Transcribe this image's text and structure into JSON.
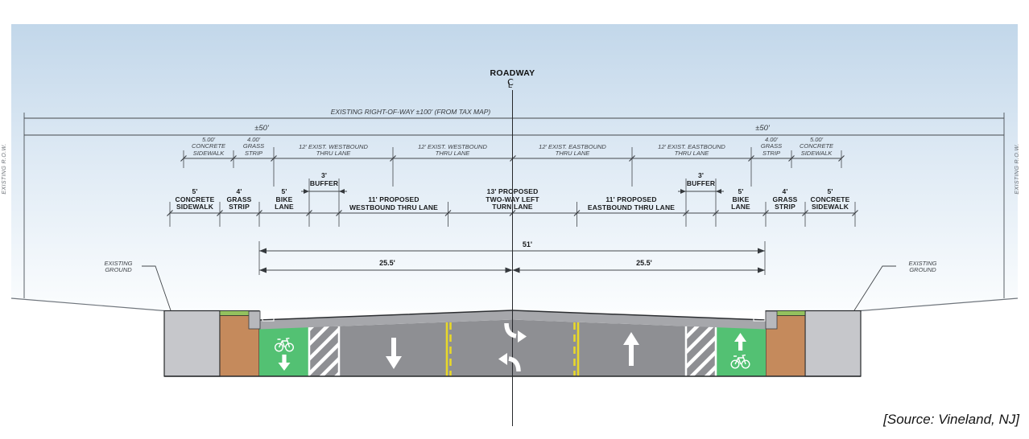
{
  "header": {
    "roadway_label": "ROADWAY",
    "centerline_c": "C",
    "centerline_l": "L"
  },
  "right_of_way": {
    "heading": "EXISTING RIGHT-OF-WAY ±100' (FROM TAX MAP)",
    "half_left": "±50'",
    "half_right": "±50'",
    "edge_left": "EXISTING R.O.W.",
    "edge_right": "EXISTING R.O.W."
  },
  "existing_dims": [
    "5.00'\nCONCRETE\nSIDEWALK",
    "4.00'\nGRASS\nSTRIP",
    "12' EXIST. WESTBOUND\nTHRU LANE",
    "12' EXIST. WESTBOUND\nTHRU LANE",
    "12' EXIST. EASTBOUND\nTHRU LANE",
    "12' EXIST. EASTBOUND\nTHRU LANE",
    "4.00'\nGRASS\nSTRIP",
    "5.00'\nCONCRETE\nSIDEWALK"
  ],
  "proposed_dims": [
    "5'\nCONCRETE\nSIDEWALK",
    "4'\nGRASS\nSTRIP",
    "5'\nBIKE\nLANE",
    "3'\nBUFFER",
    "11' PROPOSED\nWESTBOUND THRU LANE",
    "13' PROPOSED\nTWO-WAY LEFT\nTURN LANE",
    "11' PROPOSED\nEASTBOUND THRU LANE",
    "3'\nBUFFER",
    "5'\nBIKE\nLANE",
    "4'\nGRASS\nSTRIP",
    "5'\nCONCRETE\nSIDEWALK"
  ],
  "roadway_dims": {
    "total": "51'",
    "half_left": "25.5'",
    "half_right": "25.5'"
  },
  "ground": {
    "left": "EXISTING\nGROUND",
    "right": "EXISTING\nGROUND"
  },
  "source_note": "[Source: Vineland, NJ]",
  "colors": {
    "sky_top": "#c2d7ea",
    "sky_mid": "#e3edf6",
    "sky_bottom": "#fbfdfe",
    "sidewalk": "#c6c7cb",
    "grass": "#c58a5c",
    "grass_top": "#94c25e",
    "bike_lane": "#53c173",
    "road": "#8e8f93",
    "pavement_band": "#a6a7ab",
    "curb": "#b7b8bc",
    "lane_line_yellow": "#e8d829",
    "marking_white": "#ffffff"
  },
  "markings": {
    "westbound_arrow": "down-arrow",
    "eastbound_arrow": "up-arrow",
    "center_lane_arrows": "two-way-left-turn-arrows",
    "bike_lane_symbol": "bicycle-icon"
  }
}
